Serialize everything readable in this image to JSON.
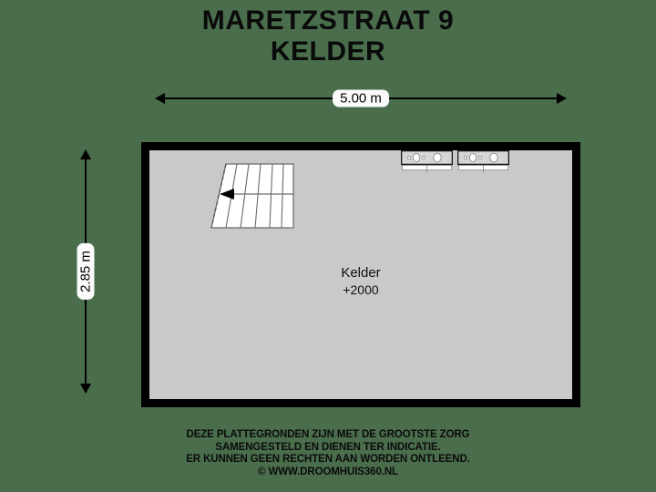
{
  "page": {
    "background_color": "#4a6d4c",
    "wall_color": "#000000",
    "floor_color": "#c9c9c9"
  },
  "title": {
    "line1": "MARETZSTRAAT 9",
    "line2": "KELDER"
  },
  "dimensions": {
    "horizontal": {
      "label": "5.00 m",
      "value": 5.0,
      "unit": "m"
    },
    "vertical": {
      "label": "2.85 m",
      "value": 2.85,
      "unit": "m"
    }
  },
  "plan": {
    "rooms": [
      {
        "name": "Kelder",
        "level": "+2000"
      }
    ],
    "features": [
      {
        "type": "stairs",
        "name": "staircase",
        "direction": "left",
        "steps": 6
      },
      {
        "type": "appliance",
        "name": "kitchen-unit-1"
      },
      {
        "type": "appliance",
        "name": "kitchen-unit-2"
      }
    ]
  },
  "disclaimer": {
    "line1": "DEZE PLATTEGRONDEN ZIJN MET DE GROOTSTE ZORG",
    "line2": "SAMENGESTELD EN DIENEN TER INDICATIE.",
    "line3": "ER KUNNEN GEEN RECHTEN AAN WORDEN ONTLEEND.",
    "line4": "© WWW.DROOMHUIS360.NL"
  }
}
